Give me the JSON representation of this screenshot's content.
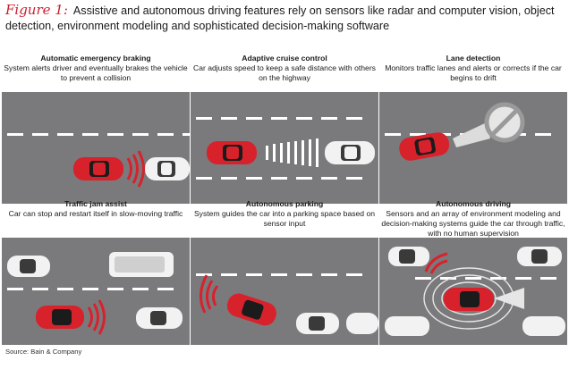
{
  "header": {
    "figure_label": "Figure 1:",
    "caption": "Assistive and autonomous driving features rely on sensors like radar and computer vision, object detection, environment modeling and sophisticated decision-making software"
  },
  "panels": [
    {
      "title": "Automatic emergency braking",
      "desc": "System alerts driver and eventually brakes the vehicle to prevent a collision"
    },
    {
      "title": "Adaptive cruise control",
      "desc": "Car adjusts speed to keep a safe distance with others on the highway"
    },
    {
      "title": "Lane detection",
      "desc": "Monitors traffic lanes and alerts or corrects if the car begins to drift"
    },
    {
      "title": "Traffic jam assist",
      "desc": "Car can stop and restart itself in slow-moving traffic"
    },
    {
      "title": "Autonomous parking",
      "desc": "System guides the car into a parking space based on sensor input"
    },
    {
      "title": "Autonomous driving",
      "desc": "Sensors and an array of environment modeling and decision-making systems guide the car through traffic, with no human supervision"
    }
  ],
  "source": "Source: Bain & Company",
  "colors": {
    "road": "#7a7a7c",
    "lane": "#ffffff",
    "accent": "#cc1f2d",
    "car_red": "#d7222c",
    "car_white": "#f2f2f2"
  }
}
